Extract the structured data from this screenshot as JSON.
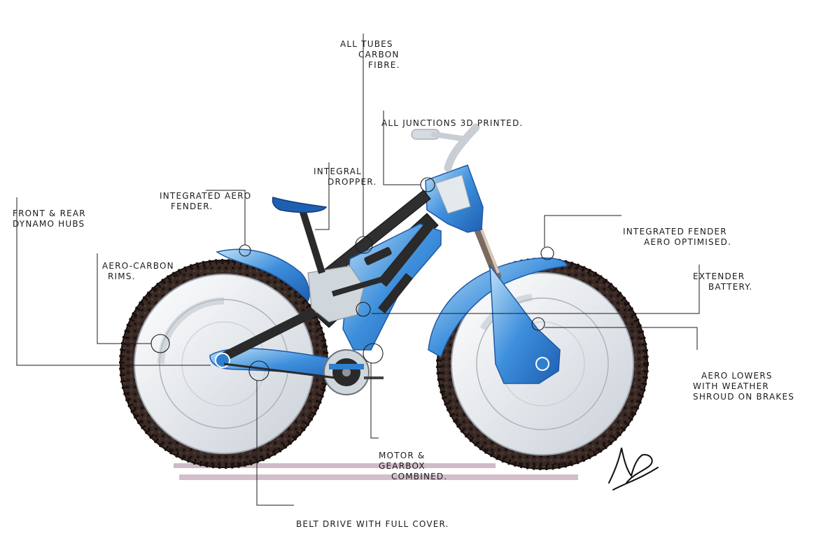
{
  "annotations": {
    "tubes": [
      "All tubes",
      "carbon",
      "fibre."
    ],
    "junctions": [
      "All junctions 3D Printed."
    ],
    "dropper": [
      "Integral",
      "Dropper."
    ],
    "fender_rear": [
      "Integrated Aero",
      "Fender."
    ],
    "hubs": [
      "Front & Rear",
      "Dynamo Hubs"
    ],
    "rims": [
      "Aero-carbon",
      "Rims."
    ],
    "fender_front": [
      "Integrated Fender",
      "aero optimised."
    ],
    "battery": [
      "Extender",
      "Battery."
    ],
    "lowers": [
      "Aero lowers",
      "with weather",
      "shroud on brakes"
    ],
    "motor": [
      "Motor &",
      "Gearbox",
      "combined."
    ],
    "belt": [
      "Belt drive with full cover."
    ]
  },
  "signature": "NJ",
  "colors": {
    "frame_blue": "#2f7fd0",
    "frame_light": "#8fc3ee",
    "frame_grey": "#cfd6dc",
    "tyre": "#3a2a25",
    "carbon": "#2a2a2a",
    "rim": "#f4f6f8",
    "ground_shadow": "#cbb3c1",
    "ink": "#1b1b1b"
  }
}
